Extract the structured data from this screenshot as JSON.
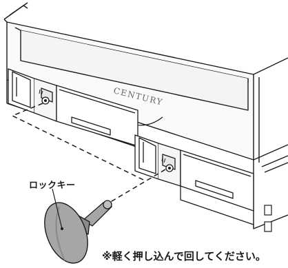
{
  "diagram": {
    "brand_text": "CENTURY",
    "lock_key_label": "ロックキー",
    "instruction_note": "※軽く押し込んで回してください。"
  },
  "colors": {
    "line": "#1a1a1a",
    "front_panel": "#f2f2f2",
    "key_fill": "#a6a6a6",
    "key_shade": "#8a8a8a"
  },
  "icons": {
    "lock_icon": "key-lock"
  }
}
